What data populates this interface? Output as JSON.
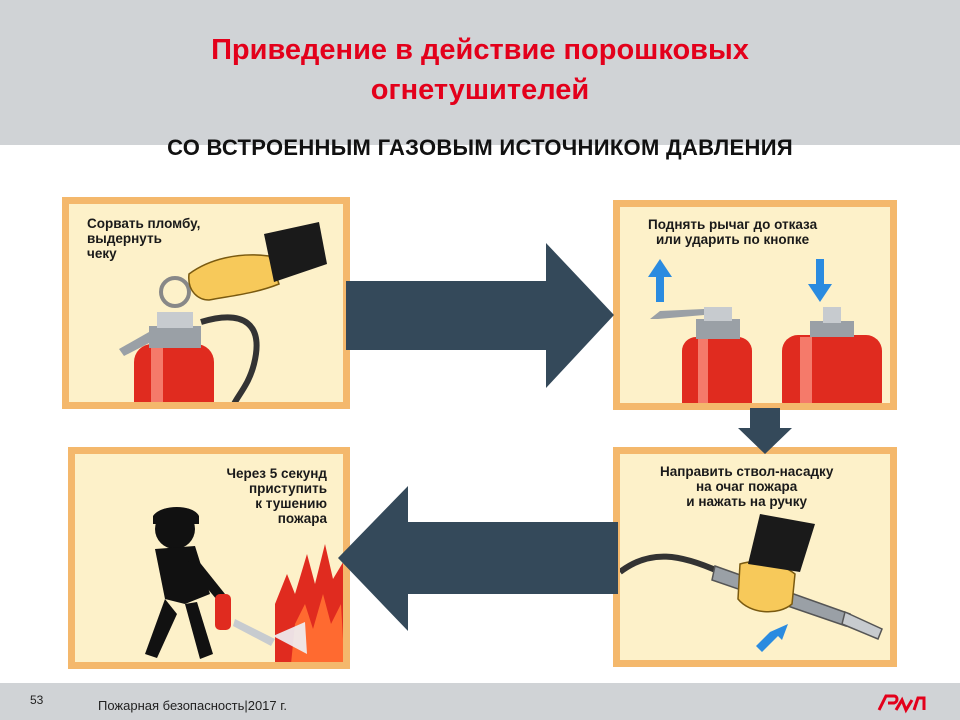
{
  "slide": {
    "title_line1": "Приведение в действие порошковых",
    "title_line2": "огнетушителей",
    "subtitle": "СО ВСТРОЕННЫМ ГАЗОВЫМ ИСТОЧНИКОМ ДАВЛЕНИЯ"
  },
  "steps": [
    {
      "caption_lines": [
        "Сорвать пломбу,",
        "выдернуть",
        "чеку"
      ]
    },
    {
      "caption_lines": [
        "Поднять рычаг до отказа",
        "или ударить по кнопке"
      ]
    },
    {
      "caption_lines": [
        "Направить ствол-насадку",
        "на очаг пожара",
        "и нажать на ручку"
      ]
    },
    {
      "caption_lines": [
        "Через 5 секунд",
        "приступить",
        "к тушению",
        "пожара"
      ]
    }
  ],
  "footer": {
    "page_number": "53",
    "text": "Пожарная безопасность|2017 г."
  },
  "colors": {
    "title_red": "#e3001b",
    "panel_border": "#f4b86c",
    "panel_bg": "#fdf1c9",
    "arrow": "#34495a",
    "extinguisher_red": "#e02b1f",
    "blue_arrow": "#2a8be0"
  },
  "icons": [
    "rzd-logo",
    "extinguisher-icon",
    "hand-icon",
    "firefighter-icon",
    "fire-icon"
  ]
}
